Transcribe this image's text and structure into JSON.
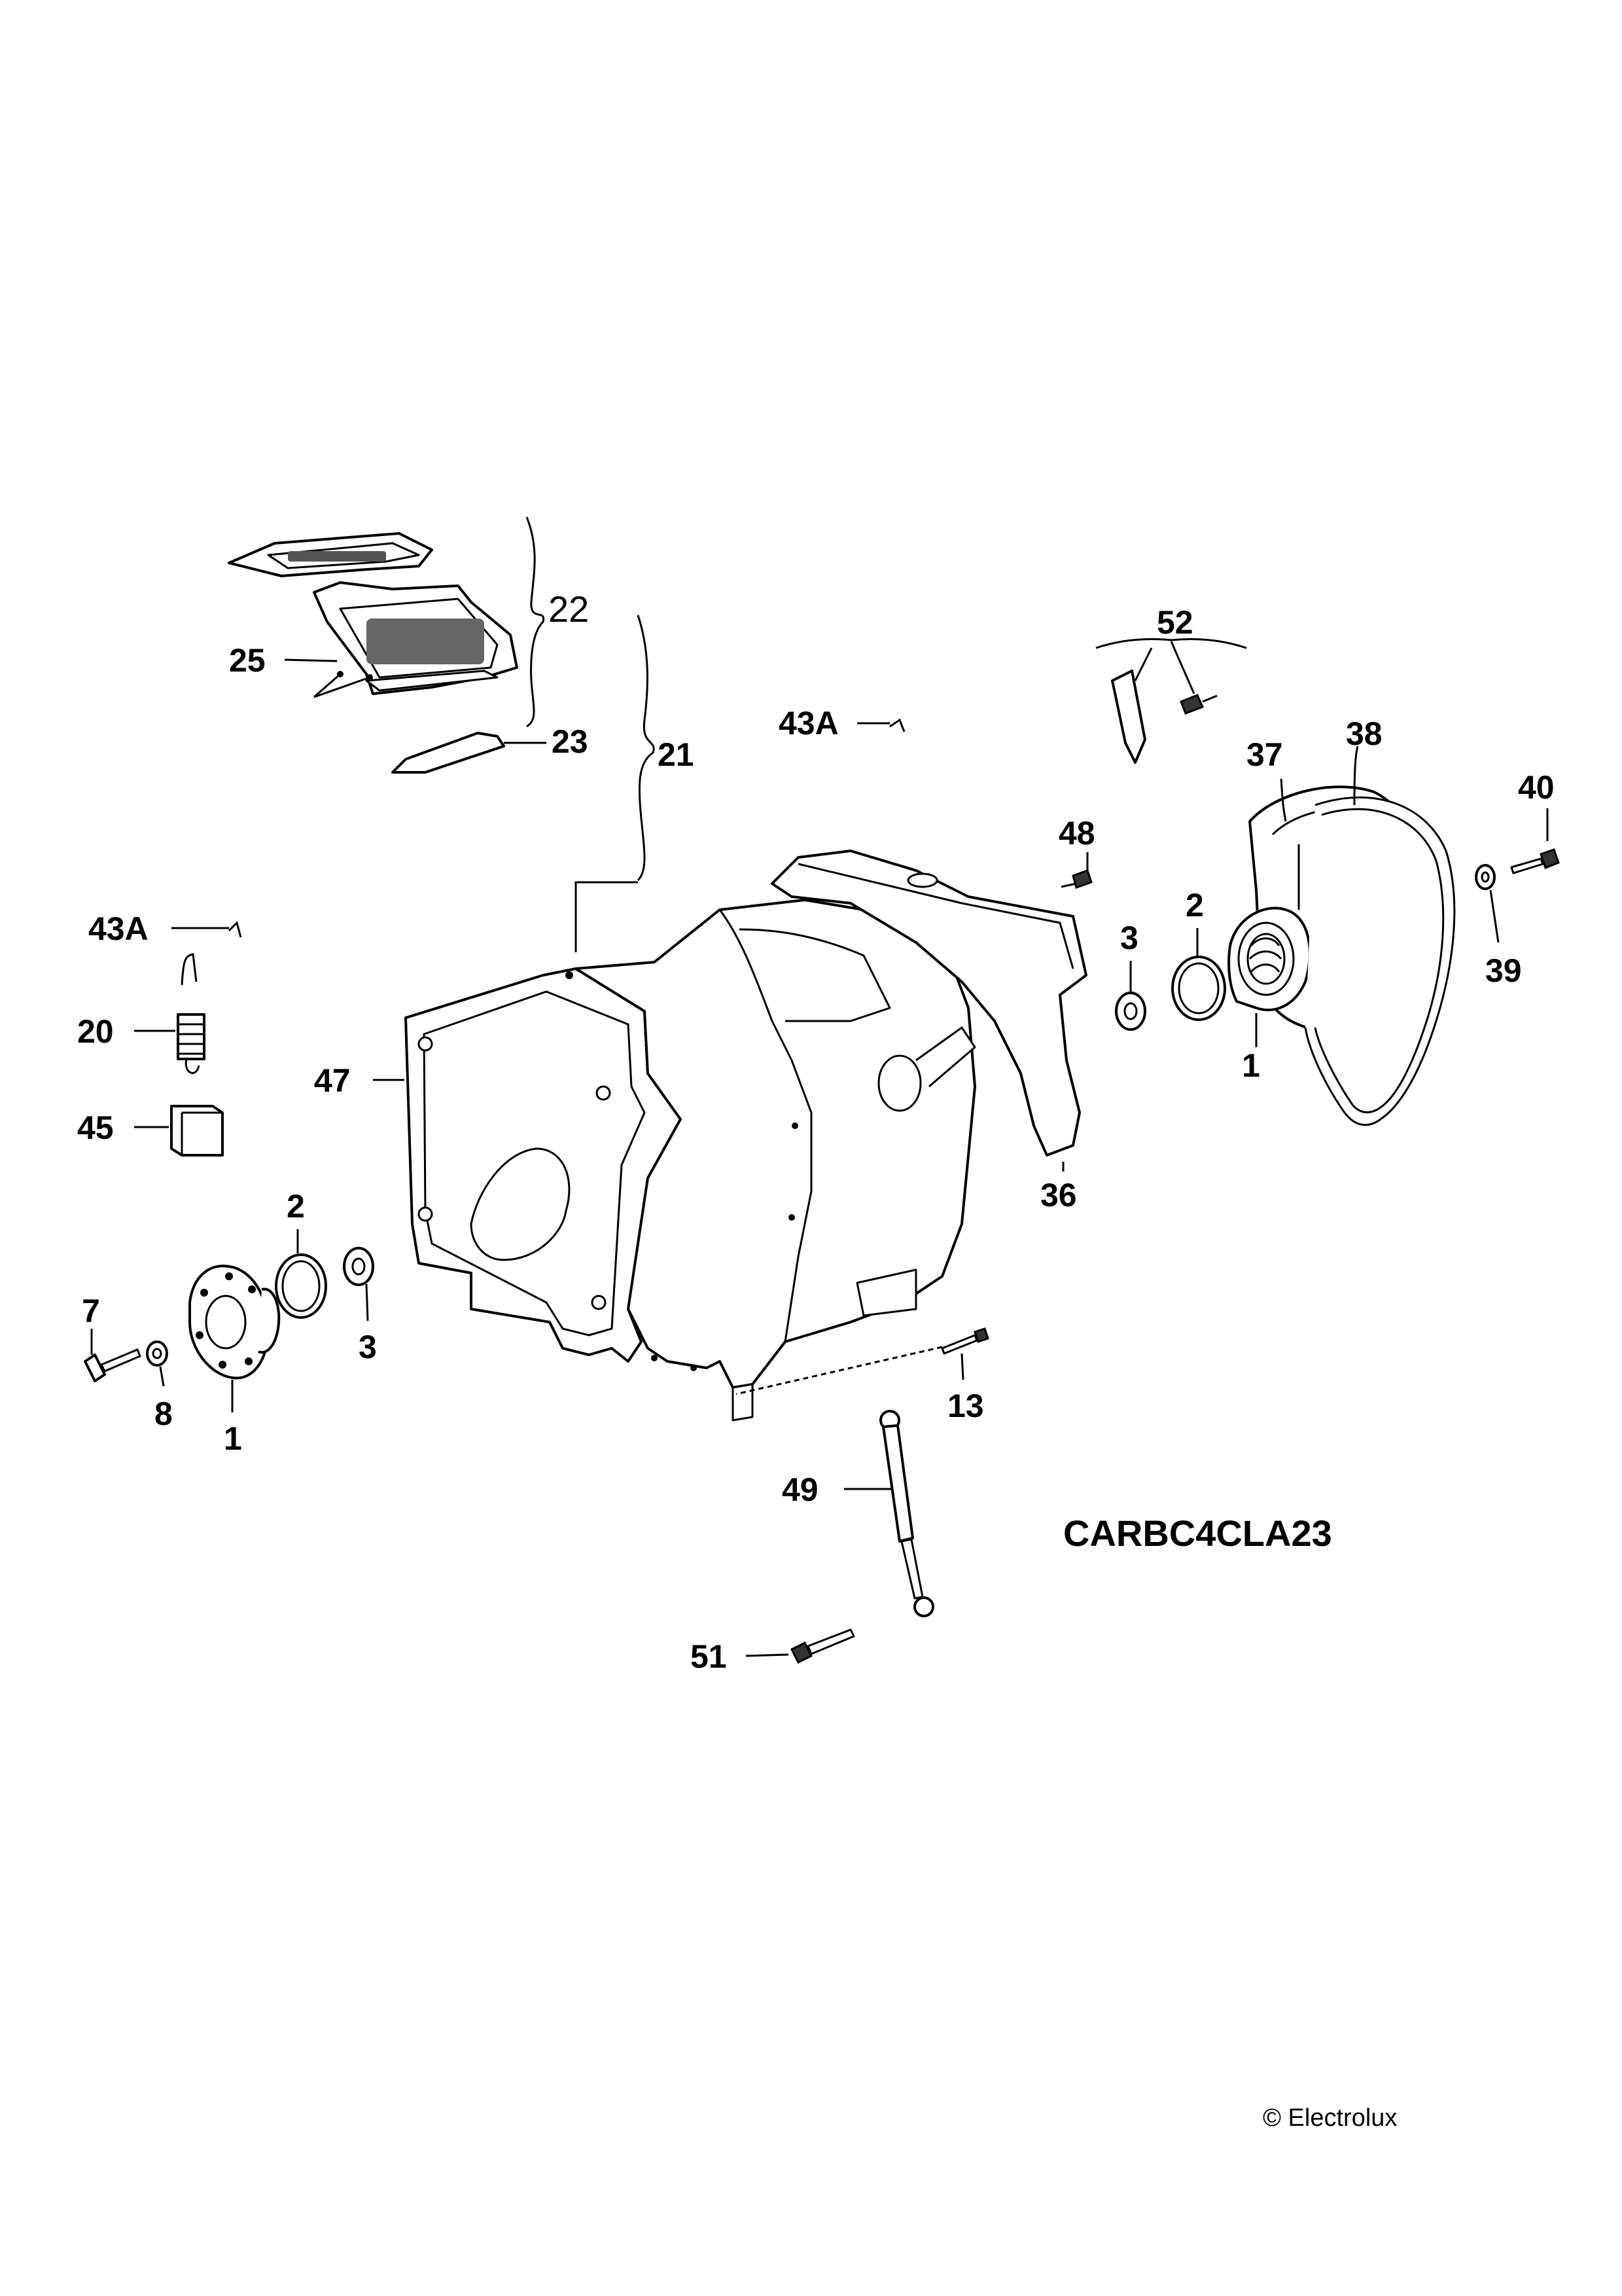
{
  "diagram": {
    "labels": {
      "l22": "22",
      "l21": "21",
      "l25": "25",
      "l23": "23",
      "l43a_top": "43A",
      "l43a_left": "43A",
      "l52": "52",
      "l48": "48",
      "l37": "37",
      "l38": "38",
      "l40": "40",
      "l39": "39",
      "l3_right": "3",
      "l2_right": "2",
      "l1_right": "1",
      "l36": "36",
      "l20": "20",
      "l47": "47",
      "l45": "45",
      "l2_left": "2",
      "l3_left": "3",
      "l7": "7",
      "l8": "8",
      "l1_left": "1",
      "l13": "13",
      "l49": "49",
      "l51": "51"
    },
    "code": "CARBC4CLA23",
    "copyright": "© Electrolux"
  }
}
